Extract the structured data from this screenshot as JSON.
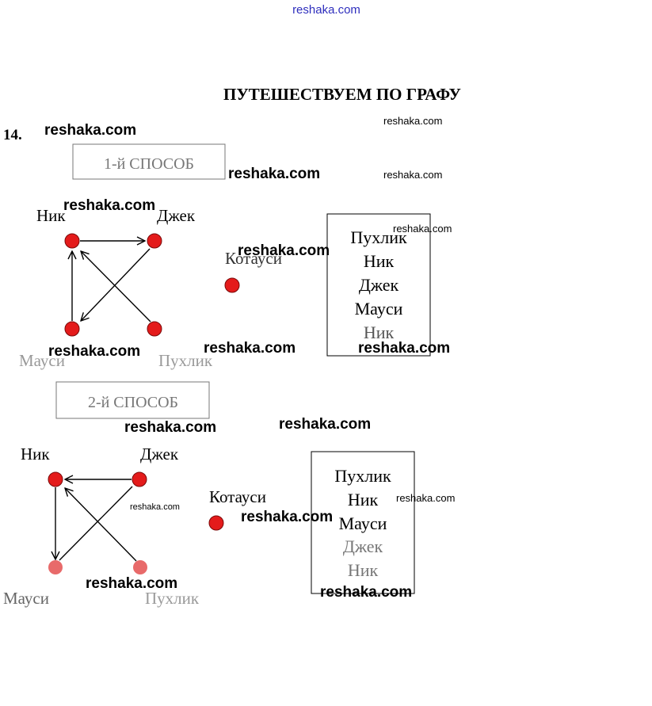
{
  "header": {
    "site_link": "reshaka.com"
  },
  "title": "ПУТЕШЕСТВУЕМ ПО ГРАФУ",
  "task_number": "14.",
  "watermark": "reshaka.com",
  "method1": {
    "label": "1-й СПОСОБ",
    "nodes": {
      "nik": "Ник",
      "jack": "Джек",
      "mausi": "Мауси",
      "puhlik": "Пухлик",
      "kotausi": "Котауси"
    },
    "route": [
      "Пухлик",
      "Ник",
      "Джек",
      "Мауси",
      "Ник"
    ]
  },
  "method2": {
    "label": "2-й СПОСОБ",
    "nodes": {
      "nik": "Ник",
      "jack": "Джек",
      "mausi": "Мауси",
      "puhlik": "Пухлик",
      "kotausi": "Котауси"
    },
    "route": [
      "Пухлик",
      "Ник",
      "Мауси",
      "Джек",
      "Ник"
    ]
  },
  "colors": {
    "node": "#e41b1b",
    "node_faded": "#e86a6a",
    "link": "#2e2ebd"
  }
}
